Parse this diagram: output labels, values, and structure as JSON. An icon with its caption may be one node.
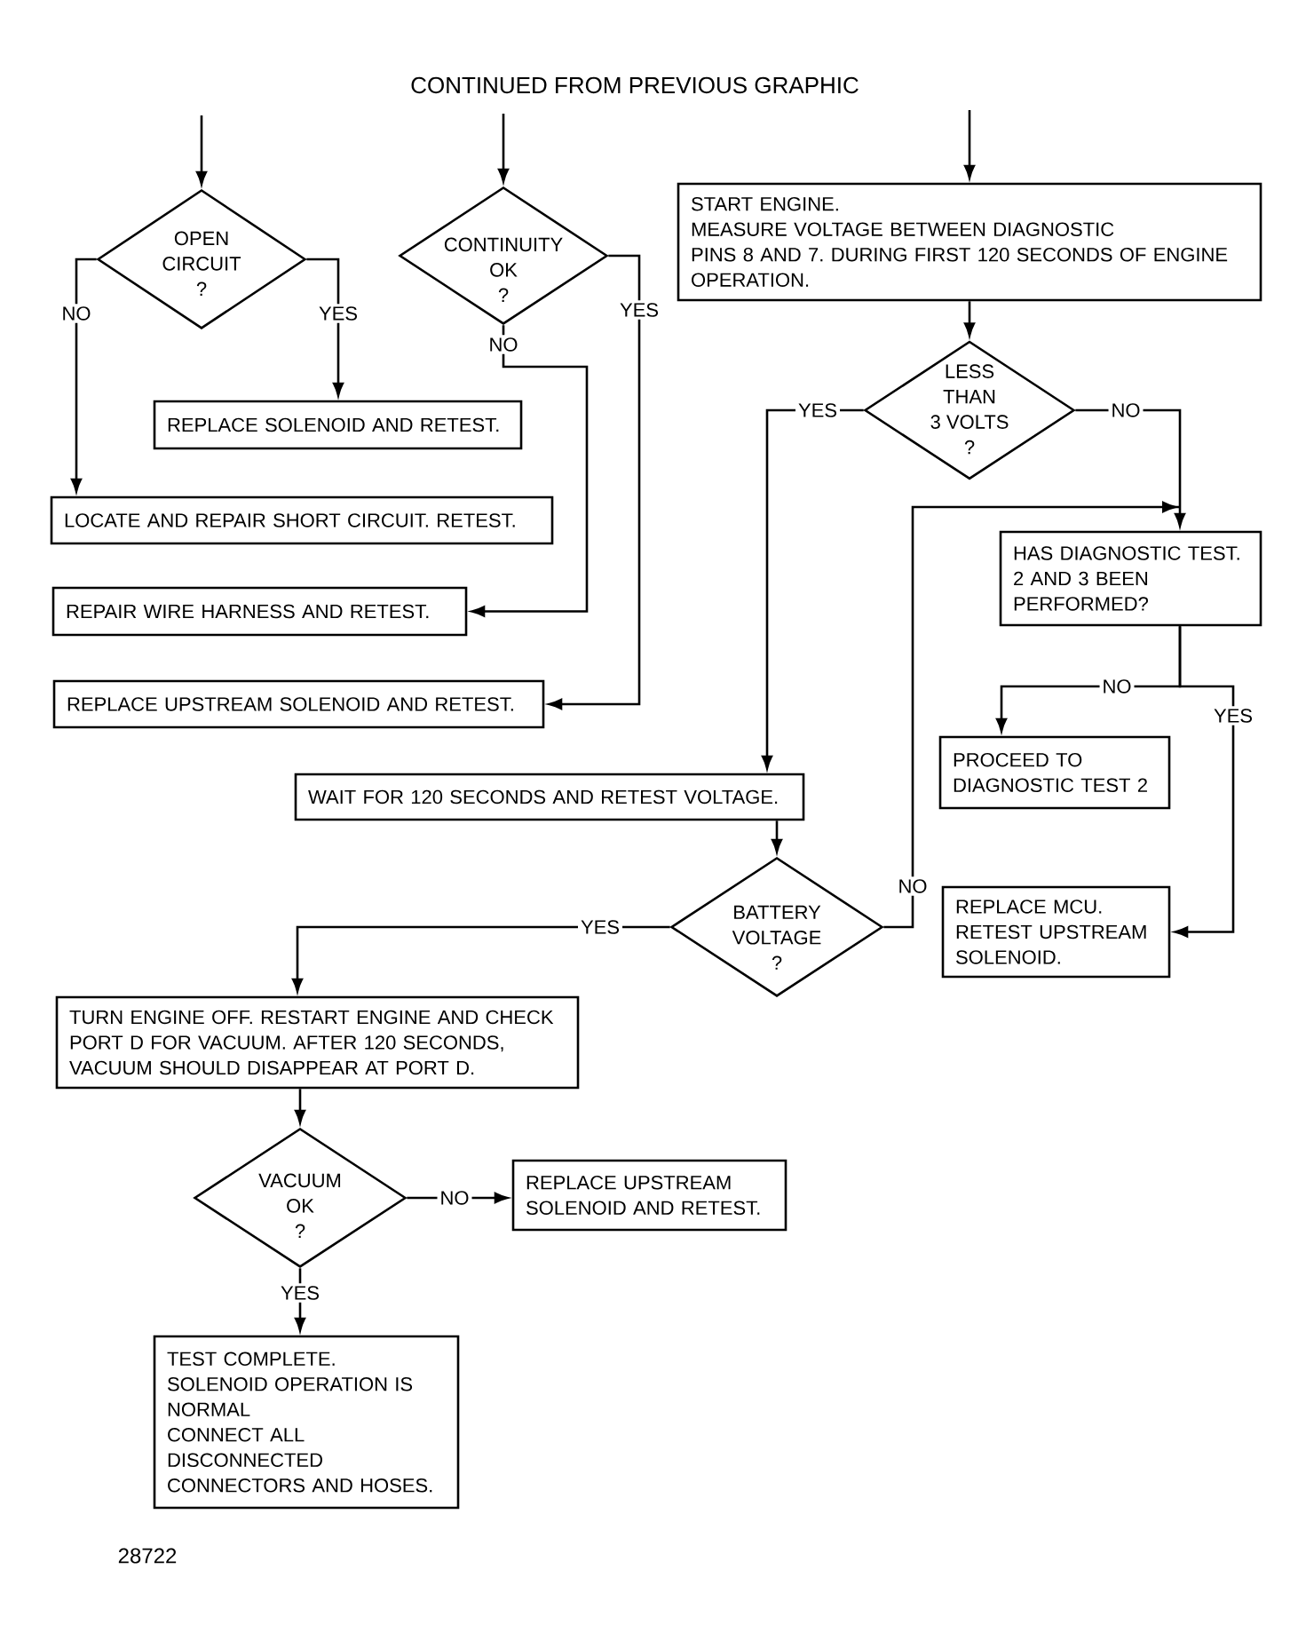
{
  "diagram": {
    "title": "CONTINUED FROM PREVIOUS GRAPHIC",
    "nodes": [
      {
        "text": [
          "OPEN CIRCUIT ?"
        ]
      },
      {
        "text": [
          "CONTINUITY OK ?"
        ]
      },
      {
        "text": [
          "START ENGINE.",
          "MEASURE VOLTAGE BETWEEN DIAGNOSTIC PINS 8 AND 7. DURING FIRST 120 SECONDS OF ENGINE OPERATION."
        ]
      },
      {
        "text": [
          "LESS THAN 3 VOLTS ?"
        ]
      },
      {
        "text": [
          "REPLACE SOLENOID AND RETEST."
        ]
      },
      {
        "text": [
          "LOCATE AND REPAIR SHORT CIRCUIT. RETEST."
        ]
      },
      {
        "text": [
          "HAS DIAGNOSTIC TEST. 2 AND 3 BEEN PERFORMED?"
        ]
      },
      {
        "text": [
          "REPAIR WIRE HARNESS AND RETEST."
        ]
      },
      {
        "text": [
          "REPLACE UPSTREAM SOLENOID AND RETEST."
        ]
      },
      {
        "text": [
          "PROCEED TO DIAGNOSTIC TEST 2"
        ]
      },
      {
        "text": [
          "WAIT FOR 120 SECONDS AND RETEST VOLTAGE."
        ]
      },
      {
        "text": [
          "BATTERY VOLTAGE ?"
        ]
      },
      {
        "text": [
          "REPLACE MCU.",
          "RETEST UPSTREAM SOLENOID."
        ]
      },
      {
        "text": [
          "TURN ENGINE OFF. RESTART ENGINE AND CHECK PORT D FOR VACUUM. AFTER 120 SECONDS, VACUUM SHOULD DISAPPEAR AT PORT D."
        ]
      },
      {
        "text": [
          "VACUUM OK ?"
        ]
      },
      {
        "text": [
          "REPLACE UPSTREAM SOLENOID AND RETEST."
        ]
      },
      {
        "text": [
          "TEST COMPLETE.",
          "SOLENOID OPERATION IS NORMAL",
          "CONNECT ALL DISCONNECTED CONNECTORS AND HOSES."
        ]
      }
    ],
    "edges": [
      {
        "from": null,
        "to": 0,
        "arrow": "to"
      },
      {
        "from": null,
        "to": 1,
        "arrow": "to"
      },
      {
        "from": null,
        "to": 2,
        "arrow": "to"
      },
      {
        "from": 0,
        "to": 5,
        "arrow": "to",
        "label": "NO"
      },
      {
        "from": 0,
        "to": 4,
        "arrow": "to",
        "label": "YES"
      },
      {
        "from": 1,
        "to": 7,
        "arrow": "to",
        "label": "NO"
      },
      {
        "from": 1,
        "to": 8,
        "arrow": "to",
        "label": "YES"
      },
      {
        "from": 2,
        "to": 3,
        "arrow": "to"
      },
      {
        "from": 3,
        "to": 10,
        "arrow": "to",
        "label": "YES"
      },
      {
        "from": 3,
        "to": 6,
        "arrow": "to",
        "label": "NO"
      },
      {
        "from": 6,
        "to": 9,
        "arrow": "to",
        "label": "NO"
      },
      {
        "from": 6,
        "to": 12,
        "arrow": "to",
        "label": "YES"
      },
      {
        "from": 10,
        "to": 11,
        "arrow": "to"
      },
      {
        "from": 11,
        "to": 13,
        "arrow": "to",
        "label": "YES"
      },
      {
        "from": 11,
        "to": 6,
        "arrow": "to",
        "label": "NO"
      },
      {
        "from": 13,
        "to": 14,
        "arrow": "to"
      },
      {
        "from": 14,
        "to": 15,
        "arrow": "to",
        "label": "NO"
      },
      {
        "from": 14,
        "to": 16,
        "arrow": "to",
        "label": "YES"
      }
    ],
    "labels": [
      "28722"
    ]
  }
}
